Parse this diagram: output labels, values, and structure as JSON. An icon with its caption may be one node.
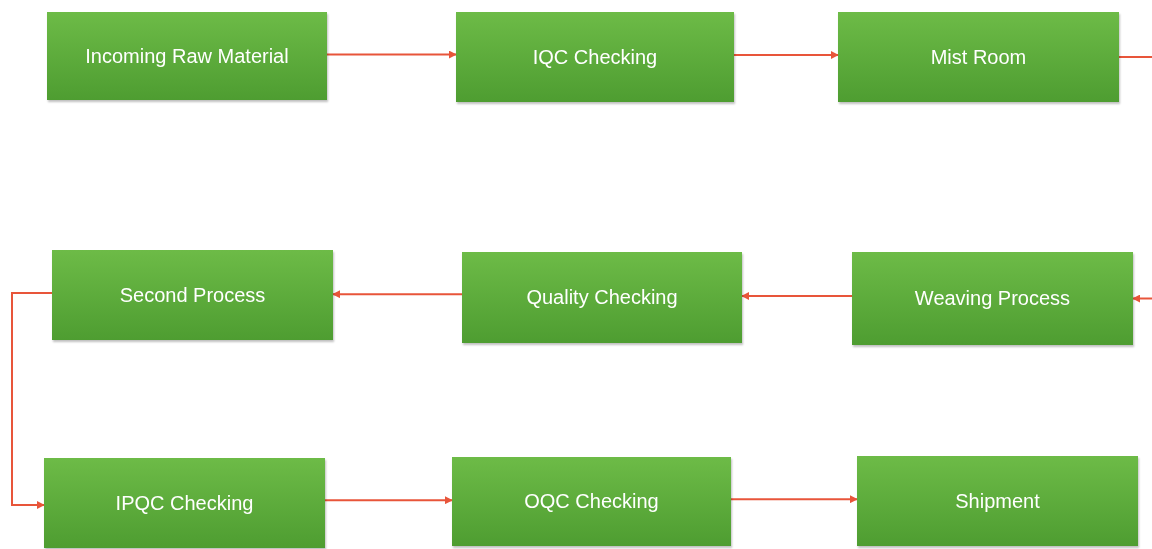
{
  "diagram": {
    "nodes": [
      {
        "text": [
          "Incoming Raw Material"
        ]
      },
      {
        "text": [
          "IQC Checking"
        ]
      },
      {
        "text": [
          "Mist Room"
        ]
      },
      {
        "text": [
          "Second Process"
        ]
      },
      {
        "text": [
          "Quality Checking"
        ]
      },
      {
        "text": [
          "Weaving Process"
        ]
      },
      {
        "text": [
          "IPQC Checking"
        ]
      },
      {
        "text": [
          "OQC Checking"
        ]
      },
      {
        "text": [
          "Shipment"
        ]
      }
    ],
    "edges": [
      {
        "from": 0,
        "to": 1,
        "arrow": "to"
      },
      {
        "from": 1,
        "to": 2,
        "arrow": "to"
      },
      {
        "from": 2,
        "to": null,
        "arrow": "none"
      },
      {
        "from": null,
        "to": 5,
        "arrow": "to"
      },
      {
        "from": 5,
        "to": 4,
        "arrow": "to"
      },
      {
        "from": 4,
        "to": 3,
        "arrow": "to"
      },
      {
        "from": 3,
        "to": 6,
        "arrow": "to"
      },
      {
        "from": 6,
        "to": 7,
        "arrow": "to"
      },
      {
        "from": 7,
        "to": 8,
        "arrow": "to"
      }
    ]
  }
}
